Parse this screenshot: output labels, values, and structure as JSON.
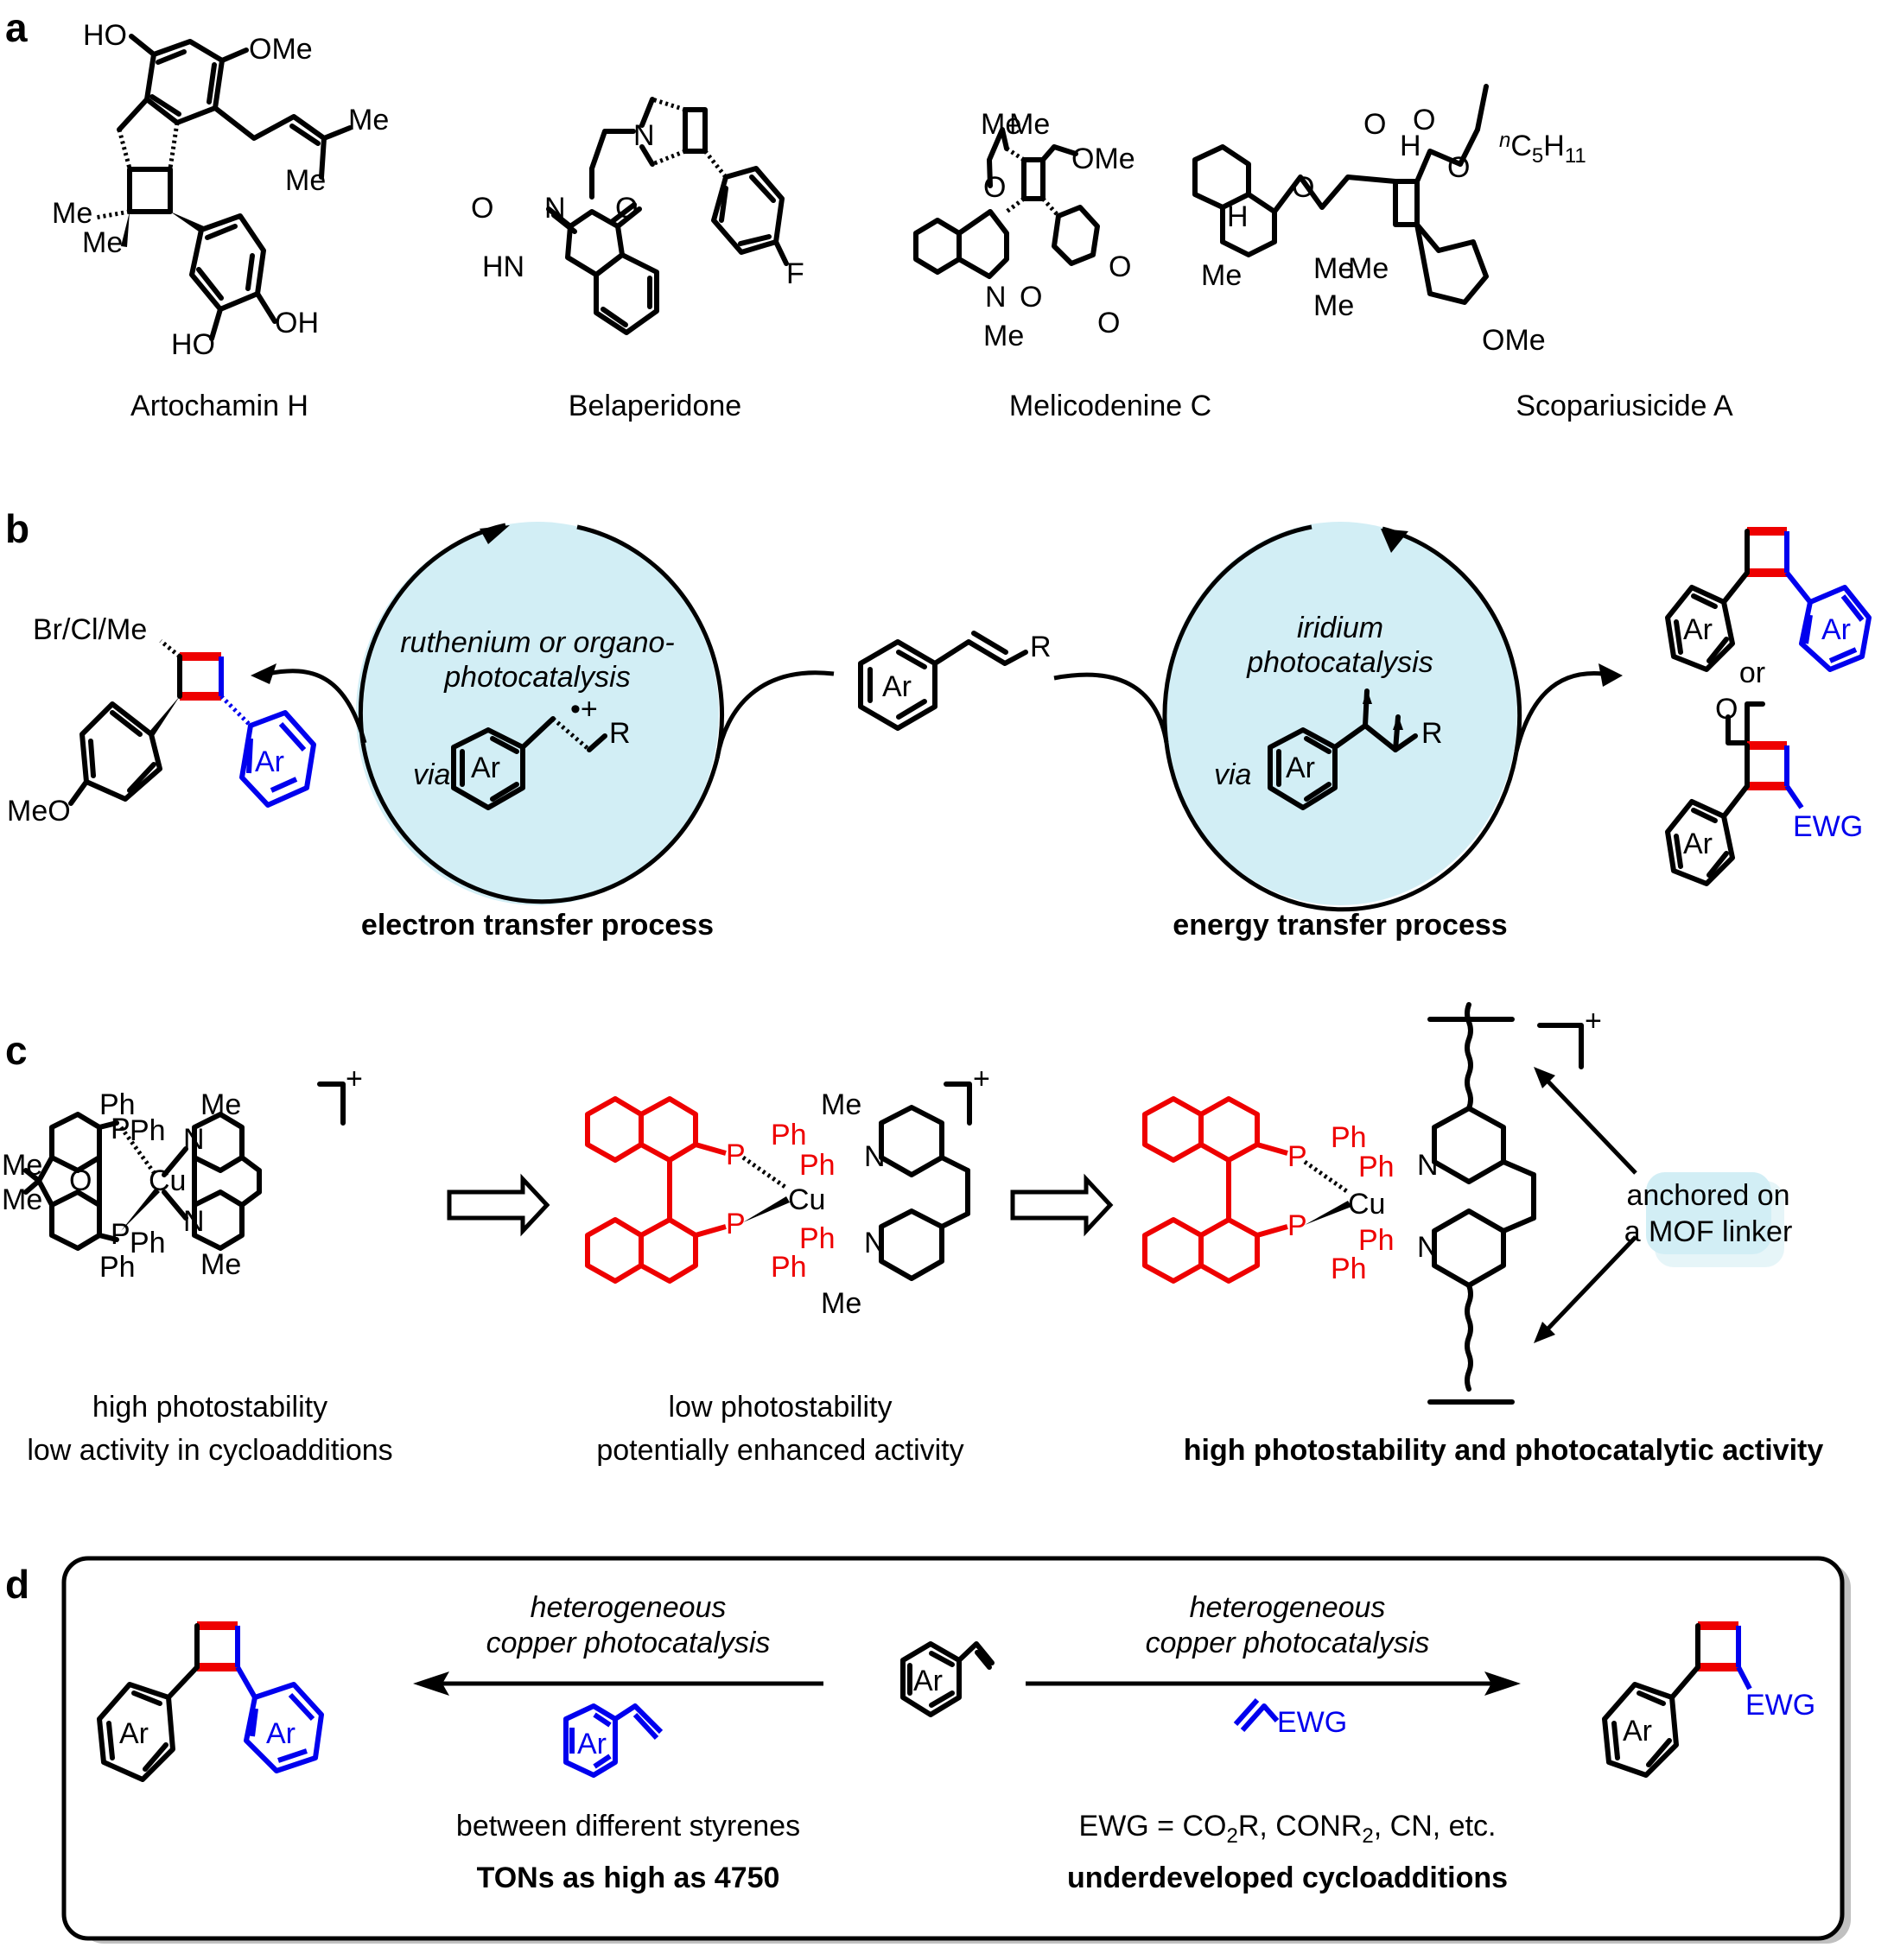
{
  "panels": {
    "a": {
      "letter": "a",
      "compounds": [
        {
          "name": "Artochamin H",
          "atoms": {
            "ho_top": "HO",
            "ome": "OMe",
            "me_prenyl_1": "Me",
            "me_prenyl_2": "Me",
            "me_gem_1": "Me",
            "me_gem_2": "Me",
            "ho_bottom": "HO",
            "oh_bottom": "OH"
          }
        },
        {
          "name": "Belaperidone",
          "atoms": {
            "n_pyrrolidine": "N",
            "o1": "O",
            "n_imide": "N",
            "o2": "O",
            "hn": "HN",
            "f": "F"
          }
        },
        {
          "name": "Melicodenine C",
          "atoms": {
            "me1": "Me",
            "me2": "Me",
            "ome": "OMe",
            "o_ring": "O",
            "n": "N",
            "o_carbonyl": "O",
            "n_me": "Me",
            "o_diox1": "O",
            "o_diox2": "O"
          }
        },
        {
          "name": "Scopariusicide A",
          "atoms": {
            "o_lactone_co": "O",
            "h1": "H",
            "o_ester_co": "O",
            "o_ester": "O",
            "npentyl": "nC5H11",
            "h2": "H",
            "o_lactone": "O",
            "me1": "Me",
            "me2": "Me",
            "me3": "Me",
            "me4": "Me",
            "ome": "OMe"
          }
        }
      ]
    },
    "b": {
      "letter": "b",
      "left_product": {
        "substituent": "Br/Cl/Me",
        "meo": "MeO",
        "ar": "Ar"
      },
      "left_cycle": {
        "line1": "ruthenium or organo-",
        "line2": "photocatalysis",
        "via": "via",
        "ar": "Ar",
        "r": "R",
        "radical_cation": "•+"
      },
      "substrate": {
        "ar": "Ar",
        "r": "R"
      },
      "right_cycle": {
        "line1": "iridium",
        "line2": "photocatalysis",
        "via": "via",
        "ar": "Ar",
        "r": "R"
      },
      "right_products": {
        "ar1": "Ar",
        "ar2": "Ar",
        "or": "or",
        "o": "O",
        "ar3": "Ar",
        "ewg": "EWG"
      },
      "left_caption": "electron transfer process",
      "right_caption": "energy transfer process"
    },
    "c": {
      "letter": "c",
      "complex1": {
        "ph1": "Ph",
        "ph2": "Ph",
        "ph3": "Ph",
        "ph4": "Ph",
        "p1": "P",
        "p2": "P",
        "cu": "Cu",
        "o": "O",
        "me1": "Me",
        "me2": "Me",
        "me3": "Me",
        "me4": "Me",
        "n1": "N",
        "n2": "N",
        "charge": "+"
      },
      "complex2": {
        "ph1": "Ph",
        "ph2": "Ph",
        "ph3": "Ph",
        "ph4": "Ph",
        "p1": "P",
        "p2": "P",
        "cu": "Cu",
        "me1": "Me",
        "me2": "Me",
        "n1": "N",
        "n2": "N",
        "charge": "+"
      },
      "complex3": {
        "ph1": "Ph",
        "ph2": "Ph",
        "ph3": "Ph",
        "ph4": "Ph",
        "p1": "P",
        "p2": "P",
        "cu": "Cu",
        "n1": "N",
        "n2": "N",
        "charge": "+"
      },
      "callout": {
        "line1": "anchored on",
        "line2": "a MOF linker"
      },
      "caption1": {
        "line1": "high photostability",
        "line2": "low activity in cycloadditions"
      },
      "caption2": {
        "line1": "low photostability",
        "line2": "potentially enhanced activity"
      },
      "caption3": "high photostability and photocatalytic activity"
    },
    "d": {
      "letter": "d",
      "left_product": {
        "ar1": "Ar",
        "ar2": "Ar"
      },
      "left_conditions": {
        "line1": "heterogeneous",
        "line2": "copper photocatalysis",
        "reagent_ar": "Ar"
      },
      "left_note": "between different styrenes",
      "left_highlight": "TONs as high as 4750",
      "substrate": {
        "ar": "Ar"
      },
      "right_conditions": {
        "line1": "heterogeneous",
        "line2": "copper photocatalysis",
        "reagent_ewg": "EWG"
      },
      "right_note": {
        "prefix": "EWG = CO",
        "sub1": "2",
        "mid1": "R, CONR",
        "sub2": "2",
        "suffix": ", CN, etc."
      },
      "right_highlight": "underdeveloped cycloadditions",
      "right_product": {
        "ar": "Ar",
        "ewg": "EWG"
      }
    }
  },
  "colors": {
    "highlight_red": "#ee0000",
    "highlight_blue": "#0000ee",
    "cycle_fill": "#d2eef5",
    "shadow": "#c0c0c0"
  }
}
